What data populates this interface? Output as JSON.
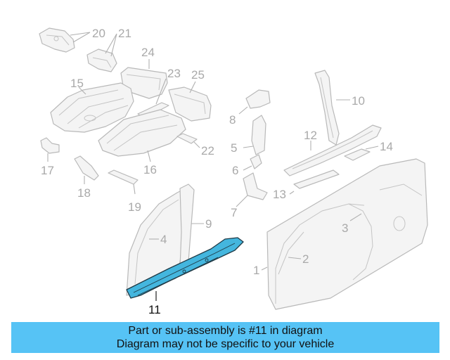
{
  "diagram": {
    "callouts": {
      "p1": "1",
      "p2": "2",
      "p3": "3",
      "p4": "4",
      "p5": "5",
      "p6": "6",
      "p7": "7",
      "p8": "8",
      "p9": "9",
      "p10": "10",
      "p11": "11",
      "p12": "12",
      "p13": "13",
      "p14": "14",
      "p15": "15",
      "p16": "16",
      "p17": "17",
      "p18": "18",
      "p19": "19",
      "p20": "20",
      "p21": "21",
      "p22": "22",
      "p23": "23",
      "p24": "24",
      "p25": "25"
    },
    "highlighted_part": "11",
    "colors": {
      "highlight_fill": "#44b6de",
      "part_outline": "#b9b9b9",
      "banner": "#56c3f5"
    }
  },
  "banner": {
    "line1": "Part or sub-assembly is #11 in diagram",
    "line2": "Diagram may not be specific to your vehicle"
  }
}
